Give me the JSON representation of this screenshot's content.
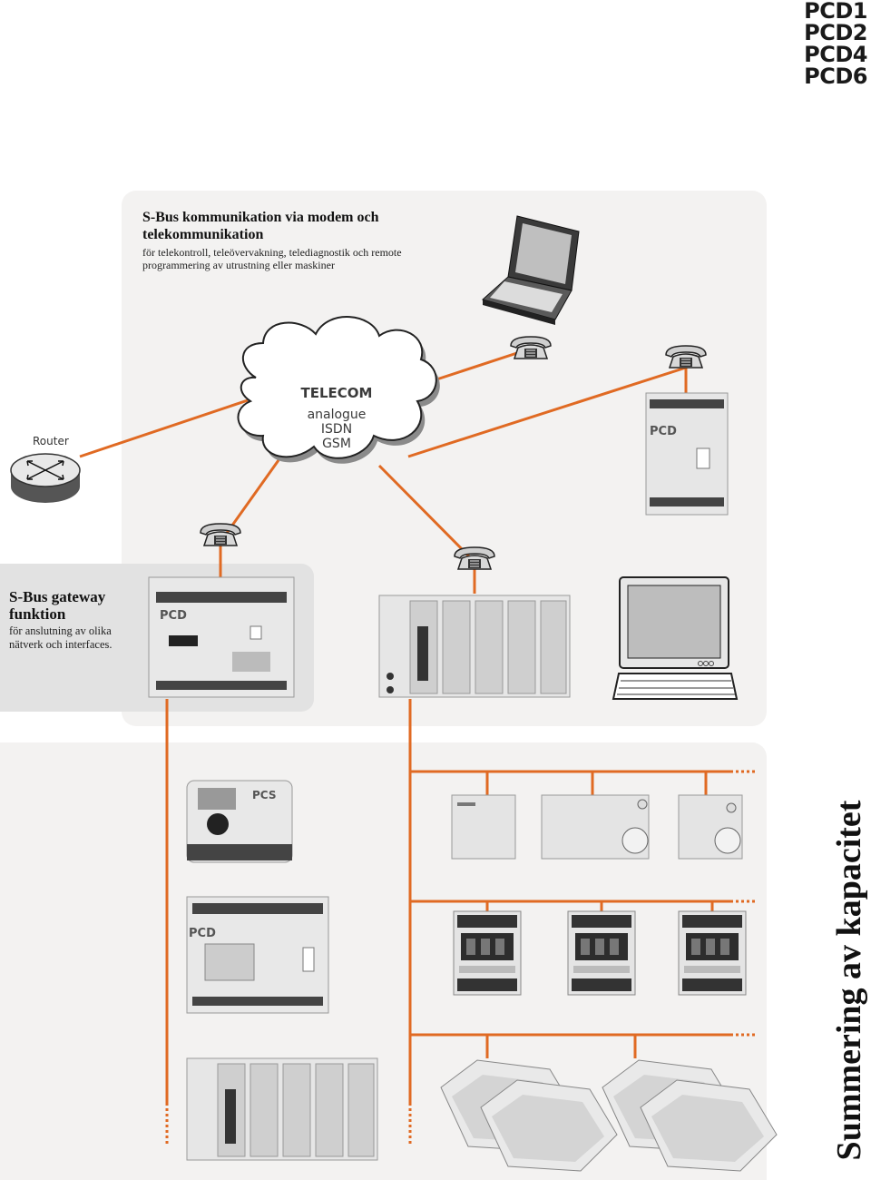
{
  "header": {
    "models": [
      "PCD1",
      "PCD2",
      "PCD4",
      "PCD6"
    ]
  },
  "intro": {
    "title": "S-Bus kommunikation via modem och telekommunikation",
    "text": "för telekontroll, teleövervakning, telediagnostik och remote programmering av utrustning eller maskiner"
  },
  "cloud": {
    "title": "TELECOM",
    "lines": [
      "analogue",
      "ISDN",
      "GSM"
    ]
  },
  "router": {
    "label": "Router"
  },
  "gateway": {
    "title": "S-Bus gateway funktion",
    "text": "för anslutning av olika nätverk och interfaces."
  },
  "device_labels": {
    "pcd": "PCD",
    "pcs": "PCS"
  },
  "side_title": "Summering av kapacitet",
  "colors": {
    "line": "#e06a23",
    "panel": "#f3f2f1",
    "gateway_panel": "#e2e2e2",
    "text": "#111111"
  }
}
